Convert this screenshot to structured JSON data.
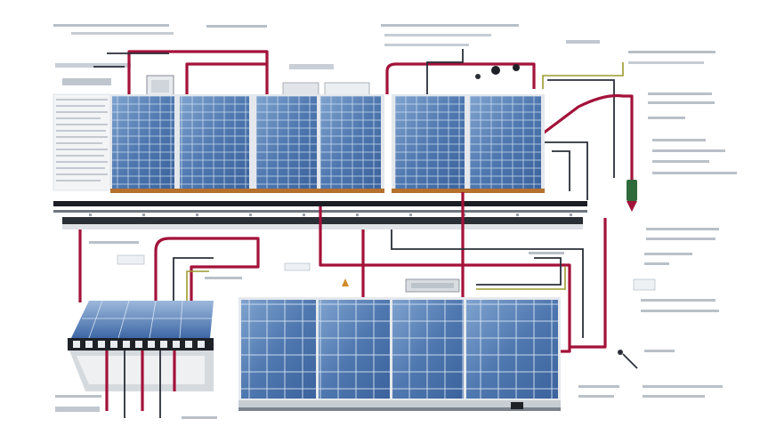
{
  "diagram": {
    "labels": {
      "top_left_caption": "",
      "top_center_caption": "",
      "top_right_caption": "",
      "right_notes": [
        "",
        "",
        "",
        "",
        "",
        ""
      ],
      "bottom_left_caption": "",
      "bottom_right_caption": ""
    },
    "colors": {
      "panel_blue": "#5d84b8",
      "panel_grid": "#c9d7ea",
      "wire_red": "#a3123a",
      "wire_dark": "#2a2f38",
      "wire_olive": "#9c9a2e",
      "busbar": "#1b1e24",
      "connector_green": "#2f6b3a"
    },
    "components": [
      "solar-array-top-left",
      "solar-array-top-center",
      "solar-array-top-right",
      "mounting-rail",
      "small-panel-module",
      "large-solar-array",
      "wiring-harness",
      "junction-box"
    ]
  }
}
